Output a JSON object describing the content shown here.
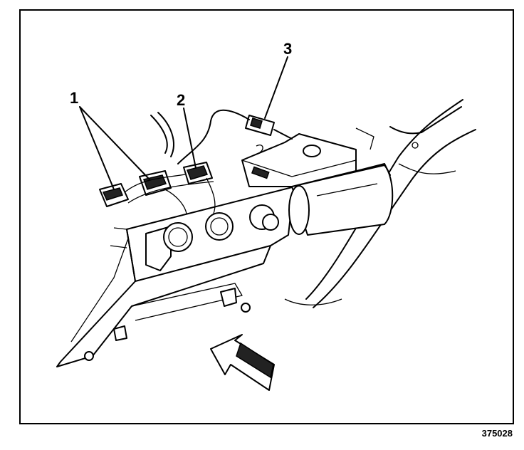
{
  "callouts": [
    {
      "label": "1"
    },
    {
      "label": "2"
    },
    {
      "label": "3"
    }
  ],
  "figure_number": "375028"
}
